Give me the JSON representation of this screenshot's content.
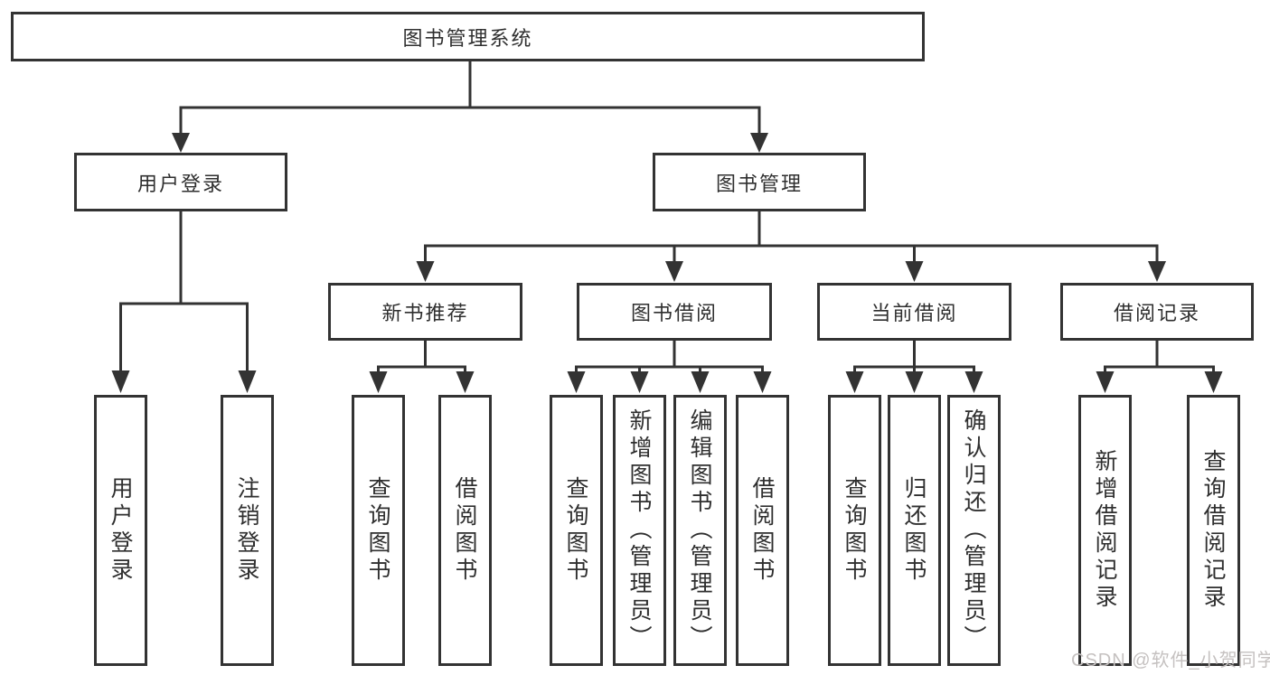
{
  "diagram": {
    "type": "hierarchy-tree",
    "title": "图书管理系统",
    "colors": {
      "line": "#333333",
      "box_border": "#333333",
      "box_background": "#ffffff",
      "text": "#2f2f2f",
      "watermark": "#c5c1c0",
      "page_background": "#ffffff"
    },
    "tree": {
      "label": "图书管理系统",
      "children": [
        {
          "label": "用户登录",
          "children": [
            {
              "label": "用户登录"
            },
            {
              "label": "注销登录"
            }
          ]
        },
        {
          "label": "图书管理",
          "children": [
            {
              "label": "新书推荐",
              "children": [
                {
                  "label": "查询图书"
                },
                {
                  "label": "借阅图书"
                }
              ]
            },
            {
              "label": "图书借阅",
              "children": [
                {
                  "label": "查询图书"
                },
                {
                  "label": "新增图书（管理员）"
                },
                {
                  "label": "编辑图书（管理员）"
                },
                {
                  "label": "借阅图书"
                }
              ]
            },
            {
              "label": "当前借阅",
              "children": [
                {
                  "label": "查询图书"
                },
                {
                  "label": "归还图书"
                },
                {
                  "label": "确认归还（管理员）"
                }
              ]
            },
            {
              "label": "借阅记录",
              "children": [
                {
                  "label": "新增借阅记录"
                },
                {
                  "label": "查询借阅记录"
                }
              ]
            }
          ]
        }
      ]
    }
  },
  "watermark": {
    "text": "CSDN @软件_小贺同学"
  }
}
